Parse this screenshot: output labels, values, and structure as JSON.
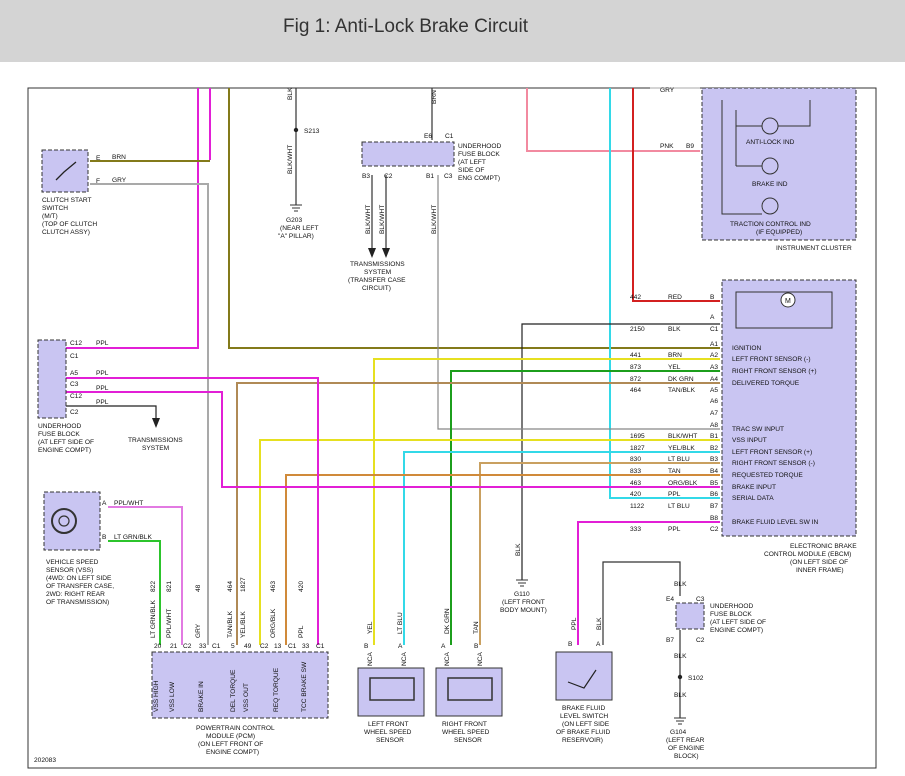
{
  "header": {
    "title": "Fig 1: Anti-Lock Brake Circuit"
  },
  "colors": {
    "magenta": "#e21fd6",
    "olive": "#837a1a",
    "gray": "#a9a9a9",
    "pink": "#f28aa0",
    "cyan": "#33d9e8",
    "red": "#d32020",
    "black": "#222222",
    "yellow": "#e6e020",
    "green": "#1c9e1c",
    "tan": "#b08a56",
    "orange": "#d08a3a",
    "component_fill": "#c9c5f2"
  },
  "components": {
    "clutch_switch": {
      "label": [
        "CLUTCH START",
        "SWITCH",
        "(M/T)",
        "(TOP OF CLUTCH",
        "CLUTCH ASSY)"
      ],
      "pins": [
        "E",
        "F"
      ],
      "wires": [
        "BRN",
        "GRY"
      ]
    },
    "splice_s213": {
      "wire_top": "BLK",
      "splice": "S213",
      "wire_bottom": "BLK/WHT",
      "ground": [
        "G203",
        "(NEAR LEFT",
        "\"A\" PILLAR)"
      ]
    },
    "underhood_fuse_top": {
      "wire_top": "BRN",
      "pins_top": [
        "E6",
        "C1"
      ],
      "pins_bottom": [
        "B3",
        "C2",
        "B1",
        "C3"
      ],
      "label": [
        "UNDERHOOD",
        "FUSE BLOCK",
        "(AT LEFT",
        "SIDE OF",
        "ENG COMPT)"
      ],
      "wires_down": [
        "BLK/WHT",
        "BLK/WHT",
        "BLK/WHT"
      ],
      "trans_label": [
        "TRANSMISSIONS",
        "SYSTEM",
        "(TRANSFER CASE",
        "CIRCUIT)"
      ]
    },
    "underhood_fuse_left": {
      "pins": [
        "C12",
        "C1",
        "A5",
        "C3",
        "C12",
        "C2"
      ],
      "wires": [
        "PPL",
        "PPL",
        "PPL",
        "PPL"
      ],
      "label": [
        "UNDERHOOD",
        "FUSE BLOCK",
        "(AT LEFT SIDE OF",
        "ENGINE COMPT)"
      ],
      "trans_label": [
        "TRANSMISSIONS",
        "SYSTEM"
      ]
    },
    "vss": {
      "pins": [
        "A",
        "B"
      ],
      "wires": [
        "PPL/WHT",
        "LT GRN/BLK"
      ],
      "label": [
        "VEHICLE SPEED",
        "SENSOR (VSS)",
        "(4WD: ON LEFT SIDE",
        "OF TRANSFER CASE,",
        "2WD: RIGHT REAR",
        "OF TRANSMISSION)"
      ]
    },
    "instrument_cluster": {
      "wire_gry": "GRY",
      "wire_pnk": "PNK",
      "pin_pnk": "B9",
      "indicators": [
        "ANTI-LOCK IND",
        "BRAKE IND",
        "TRACTION CONTROL IND",
        "(IF EQUIPPED)"
      ],
      "label": "INSTRUMENT CLUSTER"
    },
    "ebcm": {
      "motor": "M",
      "rows": [
        {
          "circuit": "442",
          "color": "RED",
          "pin": "B",
          "label": ""
        },
        {
          "circuit": "",
          "color": "",
          "pin": "A",
          "label": ""
        },
        {
          "circuit": "2150",
          "color": "BLK",
          "pin": "C1",
          "label": ""
        },
        {
          "circuit": "",
          "color": "",
          "pin": "A1",
          "label": "IGNITION"
        },
        {
          "circuit": "441",
          "color": "BRN",
          "pin": "A2",
          "label": "LEFT FRONT SENSOR (-)"
        },
        {
          "circuit": "873",
          "color": "YEL",
          "pin": "A3",
          "label": "RIGHT FRONT SENSOR (+)"
        },
        {
          "circuit": "872",
          "color": "DK GRN",
          "pin": "A4",
          "label": "DELIVERED TORQUE"
        },
        {
          "circuit": "464",
          "color": "TAN/BLK",
          "pin": "A5",
          "label": ""
        },
        {
          "circuit": "",
          "color": "",
          "pin": "A6",
          "label": ""
        },
        {
          "circuit": "",
          "color": "",
          "pin": "A7",
          "label": ""
        },
        {
          "circuit": "",
          "color": "",
          "pin": "A8",
          "label": "TRAC SW INPUT"
        },
        {
          "circuit": "1695",
          "color": "BLK/WHT",
          "pin": "B1",
          "label": "VSS INPUT"
        },
        {
          "circuit": "1827",
          "color": "YEL/BLK",
          "pin": "B2",
          "label": "LEFT FRONT SENSOR (+)"
        },
        {
          "circuit": "830",
          "color": "LT BLU",
          "pin": "B3",
          "label": "RIGHT FRONT SENSOR (-)"
        },
        {
          "circuit": "833",
          "color": "TAN",
          "pin": "B4",
          "label": "REQUESTED TORQUE"
        },
        {
          "circuit": "463",
          "color": "ORG/BLK",
          "pin": "B5",
          "label": "BRAKE INPUT"
        },
        {
          "circuit": "420",
          "color": "PPL",
          "pin": "B6",
          "label": "SERIAL DATA"
        },
        {
          "circuit": "1122",
          "color": "LT BLU",
          "pin": "B7",
          "label": ""
        },
        {
          "circuit": "",
          "color": "",
          "pin": "B8",
          "label": "BRAKE FLUID LEVEL SW IN"
        },
        {
          "circuit": "333",
          "color": "PPL",
          "pin": "C2",
          "label": ""
        }
      ],
      "label": [
        "ELECTRONIC BRAKE",
        "CONTROL MODULE (EBCM)",
        "(ON LEFT SIDE OF",
        "INNER FRAME)"
      ]
    },
    "ground_g110": {
      "wire": "BLK",
      "label": [
        "G110",
        "(LEFT FRONT",
        "BODY MOUNT)"
      ]
    },
    "pcm": {
      "pins": [
        {
          "pin": "20",
          "circuit": "822",
          "color": "LT GRN/BLK",
          "label": "VSS HIGH"
        },
        {
          "pin": "21",
          "circuit": "821",
          "color": "PPL/WHT",
          "label": "VSS LOW"
        },
        {
          "pin": "C2",
          "circuit": "",
          "color": "",
          "label": ""
        },
        {
          "pin": "33",
          "circuit": "48",
          "color": "GRY",
          "label": "BRAKE IN"
        },
        {
          "pin": "C1",
          "circuit": "",
          "color": "",
          "label": ""
        },
        {
          "pin": "5",
          "circuit": "464",
          "color": "TAN/BLK",
          "label": "DEL TORQUE"
        },
        {
          "pin": "49",
          "circuit": "1827",
          "color": "YEL/BLK",
          "label": "VSS OUT"
        },
        {
          "pin": "C2",
          "circuit": "",
          "color": "",
          "label": ""
        },
        {
          "pin": "13",
          "circuit": "463",
          "color": "ORG/BLK",
          "label": "REQ TORQUE"
        },
        {
          "pin": "C1",
          "circuit": "",
          "color": "",
          "label": ""
        },
        {
          "pin": "33",
          "circuit": "420",
          "color": "PPL",
          "label": "TCC BRAKE SW"
        },
        {
          "pin": "C1",
          "circuit": "",
          "color": "",
          "label": ""
        }
      ],
      "label": [
        "POWERTRAIN CONTROL",
        "MODULE (PCM)",
        "(ON LEFT FRONT OF",
        "ENGINE COMPT)"
      ]
    },
    "lf_wss": {
      "wires": [
        "YEL",
        "LT BLU"
      ],
      "pins": [
        "B",
        "A"
      ],
      "nca": [
        "NCA",
        "NCA"
      ],
      "label": [
        "LEFT FRONT",
        "WHEEL SPEED",
        "SENSOR"
      ]
    },
    "rf_wss": {
      "wires": [
        "DK GRN",
        "TAN"
      ],
      "pins": [
        "A",
        "B"
      ],
      "nca": [
        "NCA",
        "NCA"
      ],
      "label": [
        "RIGHT FRONT",
        "WHEEL SPEED",
        "SENSOR"
      ]
    },
    "brake_fluid_switch": {
      "wires": [
        "PPL",
        "BLK"
      ],
      "pins": [
        "B",
        "A"
      ],
      "label": [
        "BRAKE FLUID",
        "LEVEL SWITCH",
        "(ON LEFT SIDE",
        "OF BRAKE FLUID",
        "RESERVOIR)"
      ]
    },
    "underhood_fuse_right": {
      "wire_top": "BLK",
      "pins": [
        "E4",
        "C3",
        "B7",
        "C2"
      ],
      "wire_bottom": "BLK",
      "label": [
        "UNDERHOOD",
        "FUSE BLOCK",
        "(AT LEFT SIDE OF",
        "ENGINE COMPT)"
      ],
      "splice": "S102",
      "wire_ground": "BLK",
      "ground": [
        "G104",
        "(LEFT REAR",
        "OF ENGINE",
        "BLOCK)"
      ]
    },
    "figure_id": "202083"
  }
}
